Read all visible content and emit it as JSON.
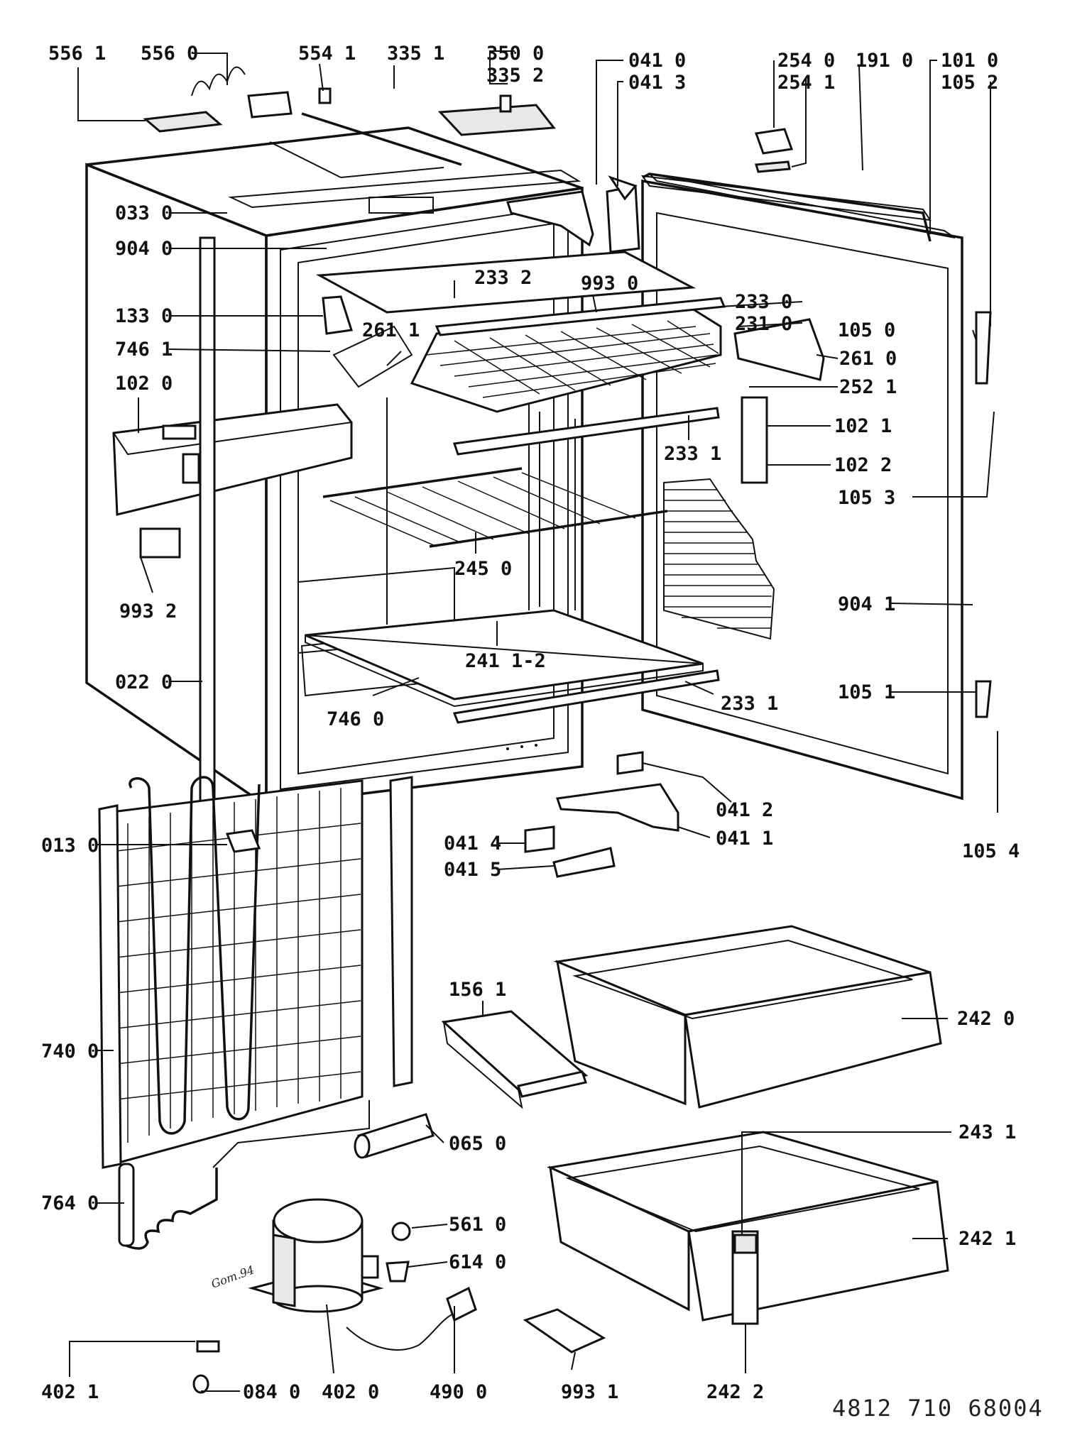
{
  "document_number": "4812 710 68004",
  "handwritten_note": "Gom.94",
  "callouts": [
    {
      "id": "c-556-1",
      "text": "556 1"
    },
    {
      "id": "c-556-0",
      "text": "556 0"
    },
    {
      "id": "c-554-1",
      "text": "554 1"
    },
    {
      "id": "c-335-1",
      "text": "335 1"
    },
    {
      "id": "c-350-0",
      "text": "350 0"
    },
    {
      "id": "c-335-2",
      "text": "335 2"
    },
    {
      "id": "c-041-0",
      "text": "041 0"
    },
    {
      "id": "c-041-3",
      "text": "041 3"
    },
    {
      "id": "c-254-0",
      "text": "254 0"
    },
    {
      "id": "c-254-1",
      "text": "254 1"
    },
    {
      "id": "c-191-0",
      "text": "191 0"
    },
    {
      "id": "c-101-0",
      "text": "101 0"
    },
    {
      "id": "c-105-2",
      "text": "105 2"
    },
    {
      "id": "c-033-0",
      "text": "033 0"
    },
    {
      "id": "c-904-0",
      "text": "904 0"
    },
    {
      "id": "c-233-2",
      "text": "233 2"
    },
    {
      "id": "c-993-0",
      "text": "993 0"
    },
    {
      "id": "c-233-0",
      "text": "233 0"
    },
    {
      "id": "c-133-0",
      "text": "133 0"
    },
    {
      "id": "c-231-0",
      "text": "231 0"
    },
    {
      "id": "c-105-0",
      "text": "105 0"
    },
    {
      "id": "c-746-1",
      "text": "746 1"
    },
    {
      "id": "c-261-1",
      "text": "261 1"
    },
    {
      "id": "c-261-0",
      "text": "261 0"
    },
    {
      "id": "c-252-1",
      "text": "252 1"
    },
    {
      "id": "c-102-0",
      "text": "102 0"
    },
    {
      "id": "c-102-1",
      "text": "102 1"
    },
    {
      "id": "c-233-1a",
      "text": "233 1"
    },
    {
      "id": "c-102-2",
      "text": "102 2"
    },
    {
      "id": "c-105-3",
      "text": "105 3"
    },
    {
      "id": "c-245-0",
      "text": "245 0"
    },
    {
      "id": "c-993-2",
      "text": "993 2"
    },
    {
      "id": "c-904-1",
      "text": "904 1"
    },
    {
      "id": "c-241-1-2",
      "text": "241 1-2"
    },
    {
      "id": "c-022-0",
      "text": "022 0"
    },
    {
      "id": "c-105-1",
      "text": "105 1"
    },
    {
      "id": "c-746-0",
      "text": "746 0"
    },
    {
      "id": "c-233-1b",
      "text": "233 1"
    },
    {
      "id": "c-041-2",
      "text": "041 2"
    },
    {
      "id": "c-041-1",
      "text": "041 1"
    },
    {
      "id": "c-013-0",
      "text": "013 0"
    },
    {
      "id": "c-041-4",
      "text": "041 4"
    },
    {
      "id": "c-041-5",
      "text": "041 5"
    },
    {
      "id": "c-105-4",
      "text": "105 4"
    },
    {
      "id": "c-156-1",
      "text": "156 1"
    },
    {
      "id": "c-242-0",
      "text": "242 0"
    },
    {
      "id": "c-740-0",
      "text": "740 0"
    },
    {
      "id": "c-065-0",
      "text": "065 0"
    },
    {
      "id": "c-243-1",
      "text": "243 1"
    },
    {
      "id": "c-764-0",
      "text": "764 0"
    },
    {
      "id": "c-561-0",
      "text": "561 0"
    },
    {
      "id": "c-242-1",
      "text": "242 1"
    },
    {
      "id": "c-614-0",
      "text": "614 0"
    },
    {
      "id": "c-402-1",
      "text": "402 1"
    },
    {
      "id": "c-084-0",
      "text": "084 0"
    },
    {
      "id": "c-402-0",
      "text": "402 0"
    },
    {
      "id": "c-490-0",
      "text": "490 0"
    },
    {
      "id": "c-993-1",
      "text": "993 1"
    },
    {
      "id": "c-242-2",
      "text": "242 2"
    }
  ]
}
